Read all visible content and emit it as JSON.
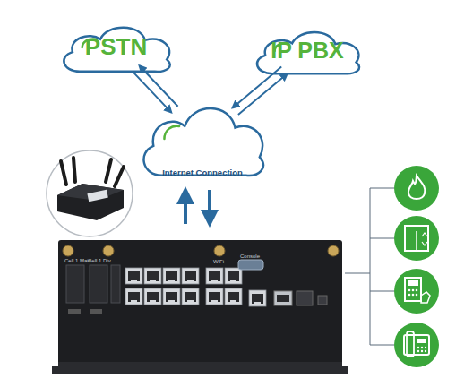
{
  "diagram": {
    "nodes": [
      {
        "text": [
          "PSTN"
        ]
      },
      {
        "text": [
          "IP PBX"
        ]
      },
      {
        "text": [
          "Internet Connection"
        ]
      }
    ],
    "edges": [
      {
        "from": 2,
        "to": 0,
        "arrow": "to"
      },
      {
        "from": 0,
        "to": 2,
        "arrow": "to"
      },
      {
        "from": 2,
        "to": 1,
        "arrow": "to"
      },
      {
        "from": 1,
        "to": 2,
        "arrow": "to"
      }
    ],
    "labels": [
      "Cell 1 Main",
      "Cell 1 Div",
      "WiFi",
      "Console"
    ]
  }
}
